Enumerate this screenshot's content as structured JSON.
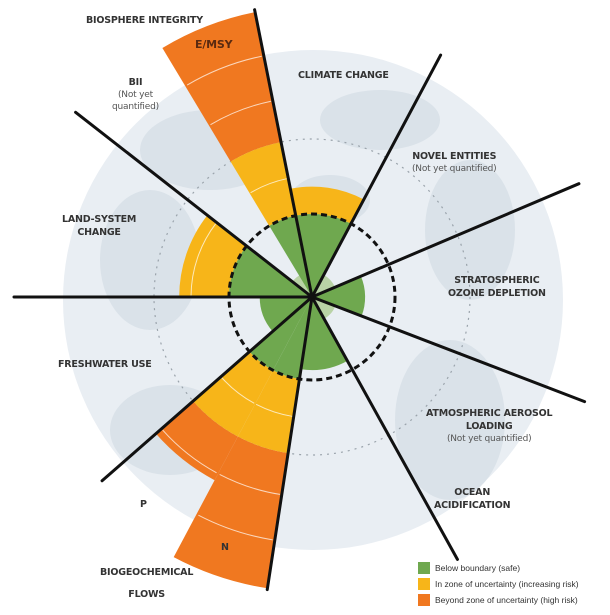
{
  "colors": {
    "safe": "#6fa84f",
    "uncertainty": "#f7b519",
    "high_risk": "#f07820",
    "globe": "#e9eef3",
    "land": "#d6dee6"
  },
  "boundaries": [
    {
      "key": "climate",
      "label": "CLIMATE CHANGE",
      "level_vs_boundary": 1.33
    },
    {
      "key": "novel",
      "label": "NOVEL ENTITIES",
      "sub": "(Not yet quantified)"
    },
    {
      "key": "ozone",
      "label_1": "STRATOSPHERIC",
      "label_2": "OZONE DEPLETION",
      "level_vs_boundary": 0.64
    },
    {
      "key": "aerosol",
      "label_1": "ATMOSPHERIC AEROSOL",
      "label_2": "LOADING",
      "sub": "(Not yet quantified)"
    },
    {
      "key": "ocean",
      "label_1": "OCEAN",
      "label_2": "ACIDIFICATION",
      "level_vs_boundary": 0.88
    },
    {
      "key": "biogeo",
      "label_1": "BIOGEOCHEMICAL",
      "label_2": "FLOWS",
      "parts": [
        {
          "label": "N",
          "level_vs_boundary": 3.55
        },
        {
          "label": "P",
          "level_vs_boundary": 2.5
        }
      ]
    },
    {
      "key": "fresh",
      "label": "FRESHWATER USE",
      "level_vs_boundary": 0.63
    },
    {
      "key": "land",
      "label_1": "LAND-SYSTEM",
      "label_2": "CHANGE",
      "level_vs_boundary": 1.6
    },
    {
      "key": "bio",
      "label": "BIOSPHERE INTEGRITY",
      "parts": [
        {
          "label": "E/MSY",
          "level_vs_boundary": 3.5
        },
        {
          "label": "BII",
          "sub_1": "(Not yet",
          "sub_2": "quantified)"
        }
      ]
    }
  ],
  "legend": [
    {
      "label": "Below boundary (safe)",
      "color": "#6fa84f"
    },
    {
      "label": "In zone of uncertainty (increasing risk)",
      "color": "#f7b519"
    },
    {
      "label": "Beyond zone of uncertainty (high risk)",
      "color": "#f07820"
    }
  ]
}
